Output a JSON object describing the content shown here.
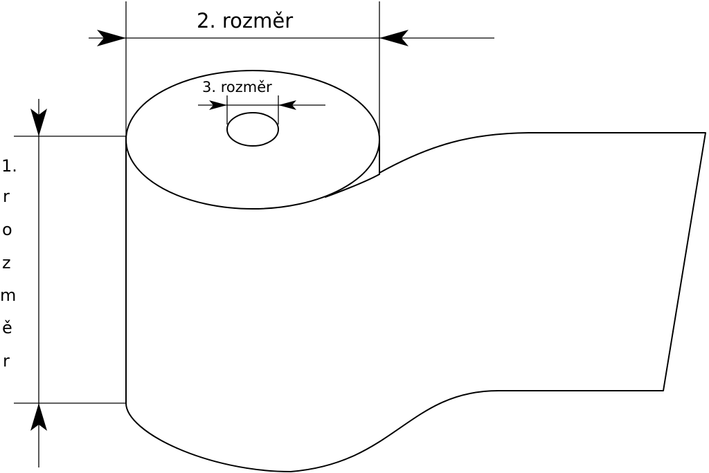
{
  "labels": {
    "dimension_2": "2. rozměr",
    "dimension_3": "3. rozměr",
    "dimension_1_chars": [
      "1.",
      "r",
      "o",
      "z",
      "m",
      "ě",
      "r"
    ]
  },
  "colors": {
    "line": "#000000",
    "background": "#ffffff"
  }
}
